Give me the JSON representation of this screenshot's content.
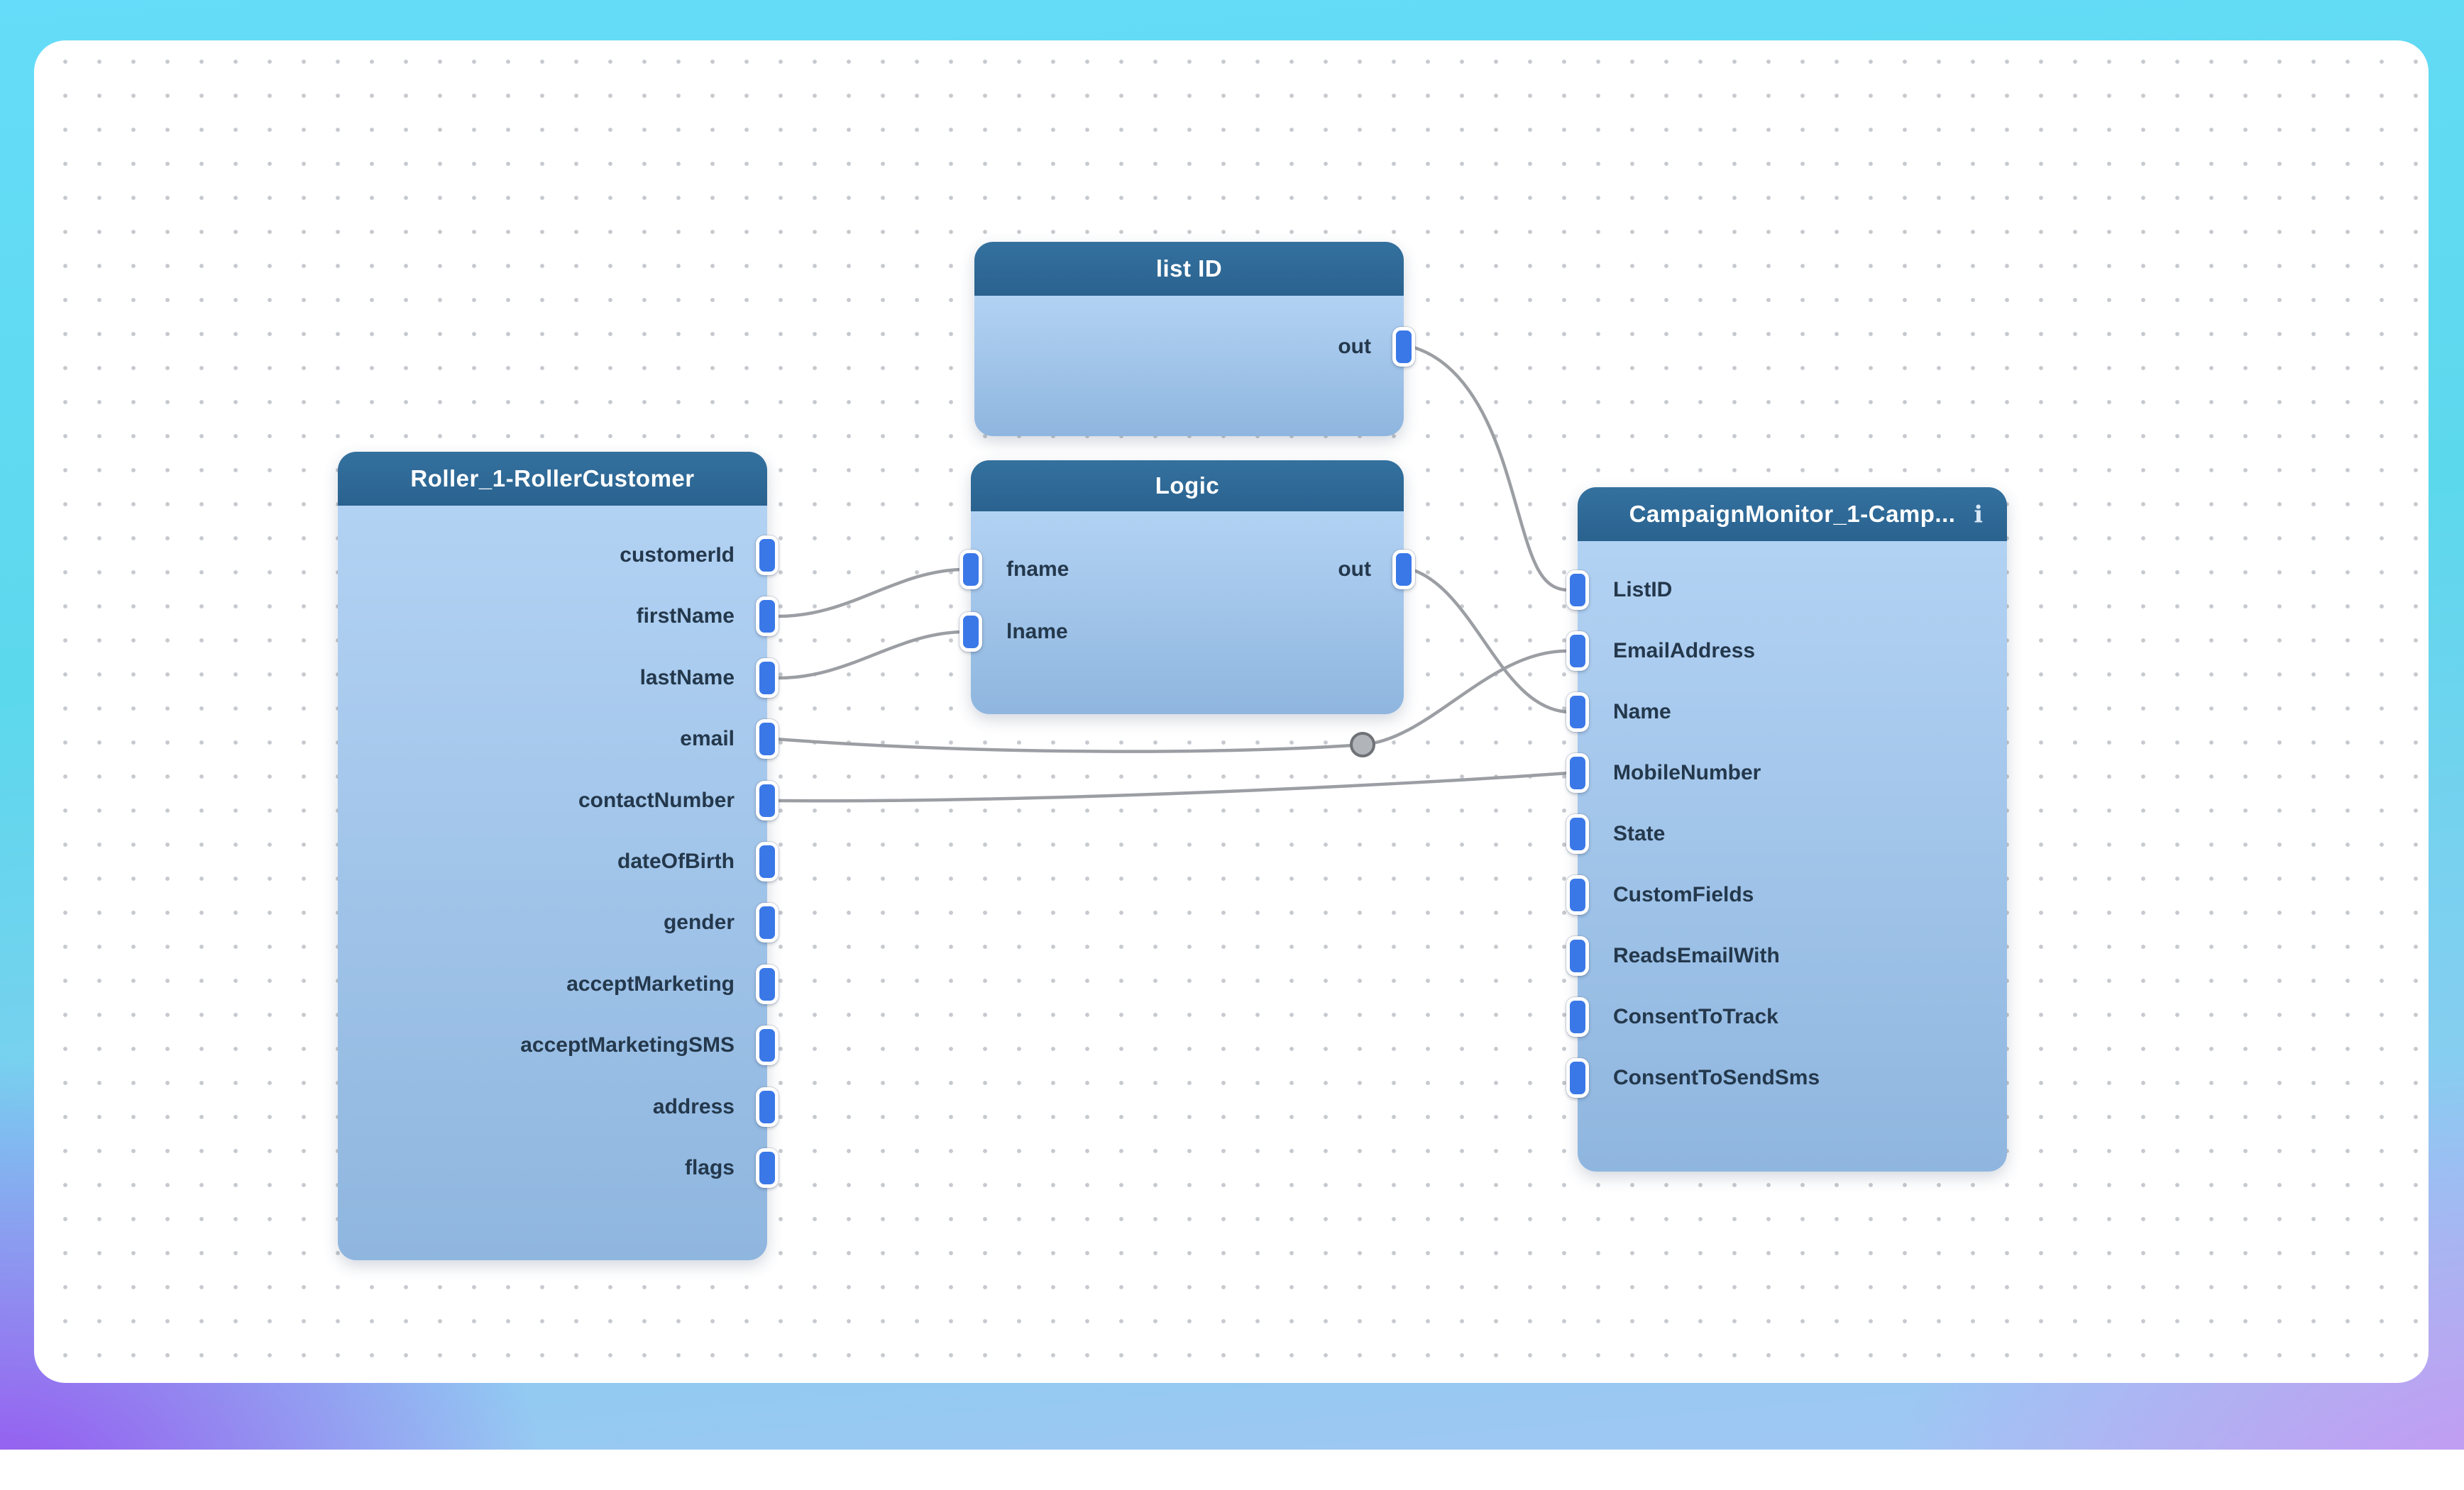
{
  "canvas": {
    "type": "node-flow-editor",
    "grid": "dot-grid"
  },
  "nodes": {
    "list_id": {
      "title": "list ID",
      "outputs": [
        "out"
      ]
    },
    "roller": {
      "title": "Roller_1-RollerCustomer",
      "fields": [
        "customerId",
        "firstName",
        "lastName",
        "email",
        "contactNumber",
        "dateOfBirth",
        "gender",
        "acceptMarketing",
        "acceptMarketingSMS",
        "address",
        "flags"
      ]
    },
    "logic": {
      "title": "Logic",
      "inputs": [
        "fname",
        "lname"
      ],
      "outputs": [
        "out"
      ]
    },
    "campaign_monitor": {
      "title": "CampaignMonitor_1-Camp...",
      "info_icon": "i",
      "fields": [
        "ListID",
        "EmailAddress",
        "Name",
        "MobileNumber",
        "State",
        "CustomFields",
        "ReadsEmailWith",
        "ConsentToTrack",
        "ConsentToSendSms"
      ]
    }
  },
  "connections": [
    {
      "from": "list ID.out",
      "to": "CampaignMonitor_1.ListID"
    },
    {
      "from": "Roller_1.firstName",
      "to": "Logic.fname"
    },
    {
      "from": "Roller_1.lastName",
      "to": "Logic.lname"
    },
    {
      "from": "Logic.out",
      "to": "CampaignMonitor_1.Name"
    },
    {
      "from": "Roller_1.email",
      "to": "CampaignMonitor_1.EmailAddress",
      "waypoint": true
    },
    {
      "from": "Roller_1.contactNumber",
      "to": "CampaignMonitor_1.MobileNumber"
    }
  ],
  "colors": {
    "port_blue": "#3a78e8",
    "header_blue": "#2e6b9a",
    "body_blue_top": "#b2d2f3",
    "body_blue_bottom": "#8fb6df",
    "wire_gray": "#9b9ea3",
    "canvas_dot": "#c6c9ce",
    "bg_cyan": "#65dcf9",
    "bg_purple": "#9553ef",
    "bg_pink": "#c893f2",
    "label_dark": "#24384c"
  }
}
